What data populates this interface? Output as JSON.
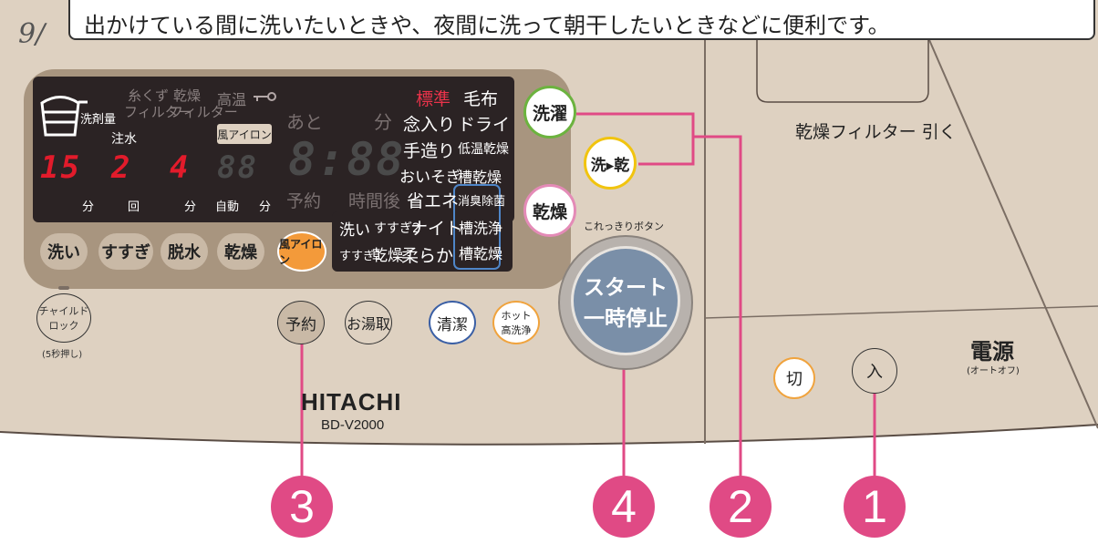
{
  "banner": {
    "text": "出かけている間に洗いたいときや、夜間に洗って朝干したいときなどに便利です。"
  },
  "corner": {
    "text": "9/"
  },
  "display": {
    "labels": {
      "detergent": "洗剤量",
      "lint1": "糸くず",
      "lint2": "フィルター",
      "dryf1": "乾燥",
      "dryf2": "フィルター",
      "hightemp": "高温",
      "water": "注水",
      "airiron": "風アイロン",
      "remain": "あと",
      "minute": "分",
      "reserve": "予約",
      "hours_later": "時間後"
    },
    "digits": {
      "wash": "15",
      "rinse": "2",
      "spin": "4",
      "dry": "88",
      "main": "8:88"
    },
    "units": {
      "wash": "分",
      "rinse": "回",
      "spin": "分",
      "auto": "自動",
      "dry": "分"
    },
    "course_col1": [
      "標準",
      "念入り",
      "手造り",
      "おいそぎ",
      "省エネ",
      "ナイト",
      "柔らか"
    ],
    "course_col2": [
      "毛布",
      "ドライ",
      "低温乾燥",
      "槽乾燥",
      "消臭除菌",
      "槽洗浄",
      "槽乾燥"
    ],
    "indicators": {
      "wash": "洗い",
      "rinse2": "すすぎ2",
      "rinse1": "すすぎ1",
      "dry": "乾燥"
    }
  },
  "buttons": {
    "wash": "洗い",
    "rinse": "すすぎ",
    "spin": "脱水",
    "dry": "乾燥",
    "airiron": "風アイロン",
    "childlock1": "チャイルド",
    "childlock2": "ロック",
    "childlock_note": "(5秒押し)",
    "reserve": "予約",
    "hotwater": "お湯取",
    "clean": "清潔",
    "hot1": "ホット",
    "hot2": "高洗浄",
    "sentaku": "洗濯",
    "senkan": "洗▸乾",
    "kansou": "乾燥",
    "korekkiri": "これっきりボタン",
    "start1": "スタート",
    "start2": "一時停止",
    "off": "切",
    "on": "入",
    "power": "電源",
    "power_note": "(オートオフ)"
  },
  "lid": {
    "text": "乾燥フィルター 引く"
  },
  "brand": {
    "name": "HITACHI",
    "model": "BD-V2000"
  },
  "callouts": [
    "3",
    "4",
    "2",
    "1"
  ],
  "colors": {
    "panel": "#ded1c1",
    "display": "#2b2324",
    "bezel": "#a8957f",
    "accent_pink": "#e04a85",
    "seg_red": "#e21b2b"
  }
}
